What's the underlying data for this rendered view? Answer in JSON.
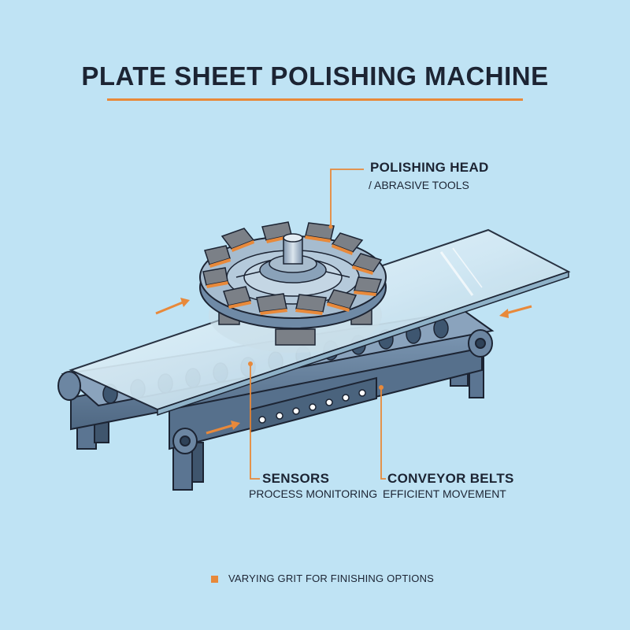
{
  "title": "PLATE SHEET POLISHING MACHINE",
  "labels": {
    "polishing_head": {
      "title": "POLISHING HEAD",
      "subtitle": "/ ABRASIVE TOOLS"
    },
    "sensors": {
      "title": "SENSORS",
      "subtitle": "PROCESS MONITORING"
    },
    "conveyor": {
      "title": "CONVEYOR BELTS",
      "subtitle": "EFFICIENT MOVEMENT"
    }
  },
  "footnote": "VARYING GRIT FOR FINISHING OPTIONS",
  "colors": {
    "background": "#bfe3f4",
    "accent": "#e8893a",
    "frame": "#5f7b98",
    "outline": "#1c2433",
    "abrasive": "#7b8087"
  }
}
